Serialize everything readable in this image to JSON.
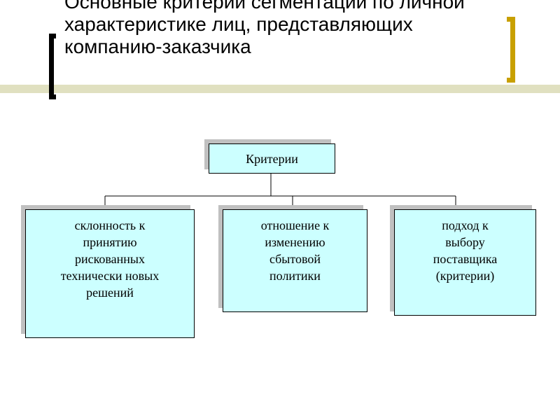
{
  "slide": {
    "title": "Основные критерии сегментации по личной характеристике лиц, представляющих компанию-заказчика"
  },
  "diagram": {
    "root": {
      "label": "Критерии"
    },
    "children": [
      {
        "label": "склонность к\nпринятию\nрискованных\nтехнически новых\nрешений"
      },
      {
        "label": "отношение к\nизменению\nсбытовой\nполитики"
      },
      {
        "label": "подход к\nвыбору\nпоставщика\n(критерии)"
      }
    ]
  },
  "colors": {
    "node_fill": "#ccffff",
    "node_border": "#000000",
    "node_shadow": "#c0c0c0",
    "bracket_left": "#000000",
    "bracket_right": "#c8a000",
    "accent_line": "#e0e0c0"
  }
}
